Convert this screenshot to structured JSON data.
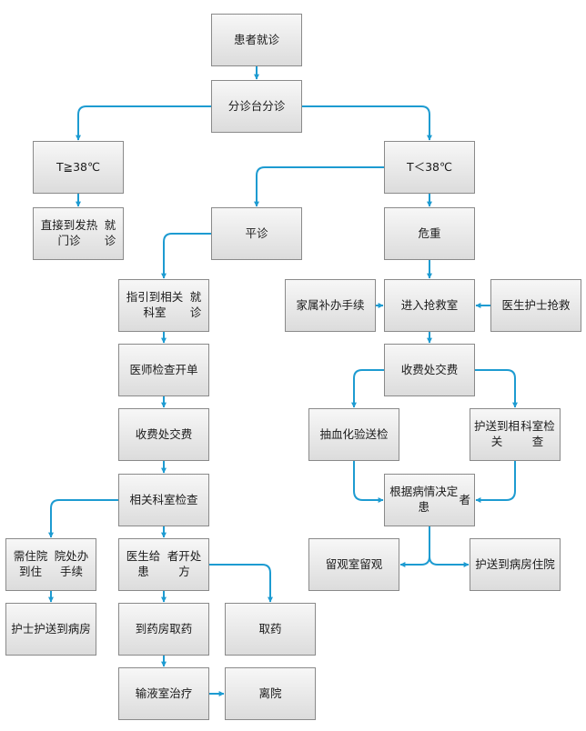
{
  "nodes": {
    "n1": [
      "患者就诊"
    ],
    "n2": [
      "分诊台分诊"
    ],
    "n3": [
      "T≧38℃"
    ],
    "n4": [
      "T＜38℃"
    ],
    "n5": [
      "直接到发热门诊",
      "就诊"
    ],
    "n6": [
      "平诊"
    ],
    "n7": [
      "危重"
    ],
    "n8": [
      "指引到相关科室",
      "就诊"
    ],
    "n9": [
      "家属补办手续"
    ],
    "n10": [
      "进入抢救室"
    ],
    "n11": [
      "医生护士抢救"
    ],
    "n12": [
      "医师检查开单"
    ],
    "n13": [
      "收费处交费"
    ],
    "n14": [
      "收费处交费"
    ],
    "n15": [
      "抽血化验送检"
    ],
    "n16": [
      "护送到相关",
      "科室检查"
    ],
    "n17": [
      "相关科室检查"
    ],
    "n18": [
      "根据病情决定患",
      "者"
    ],
    "n19": [
      "需住院到住",
      "院处办手续"
    ],
    "n20": [
      "医生给患",
      "者开处方"
    ],
    "n21": [
      "留观室留观"
    ],
    "n22": [
      "护送到病房住院"
    ],
    "n23": [
      "护士护送",
      "到病房"
    ],
    "n24": [
      "到药房取药"
    ],
    "n25": [
      "取药"
    ],
    "n26": [
      "输液室治疗"
    ],
    "n27": [
      "离院"
    ]
  },
  "edges": [
    [
      "n1",
      "n2"
    ],
    [
      "n2",
      "n3"
    ],
    [
      "n2",
      "n4"
    ],
    [
      "n3",
      "n5"
    ],
    [
      "n4",
      "n6"
    ],
    [
      "n4",
      "n7"
    ],
    [
      "n6",
      "n8"
    ],
    [
      "n7",
      "n10"
    ],
    [
      "n9",
      "n10"
    ],
    [
      "n11",
      "n10"
    ],
    [
      "n10",
      "n14"
    ],
    [
      "n14",
      "n15"
    ],
    [
      "n14",
      "n16"
    ],
    [
      "n15",
      "n18"
    ],
    [
      "n16",
      "n18"
    ],
    [
      "n18",
      "n21"
    ],
    [
      "n18",
      "n22"
    ],
    [
      "n8",
      "n12"
    ],
    [
      "n12",
      "n13"
    ],
    [
      "n13",
      "n17"
    ],
    [
      "n17",
      "n19"
    ],
    [
      "n17",
      "n20"
    ],
    [
      "n19",
      "n23"
    ],
    [
      "n20",
      "n24"
    ],
    [
      "n20",
      "n25"
    ],
    [
      "n24",
      "n26"
    ],
    [
      "n26",
      "n27"
    ]
  ],
  "colors": {
    "connector": "#1d9bd1",
    "border": "#8a8a8a"
  }
}
